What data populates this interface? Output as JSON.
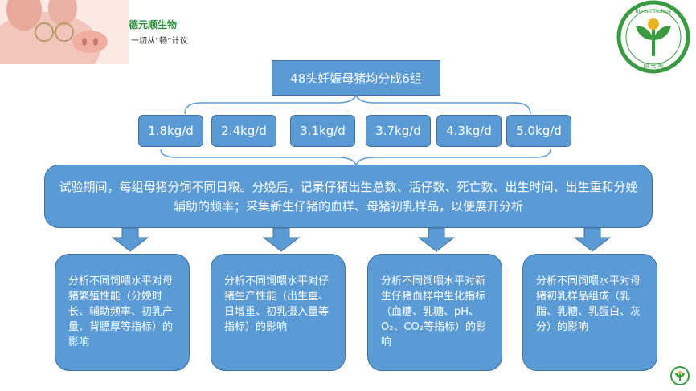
{
  "header": {
    "brand_name": "德元顺生物",
    "slogan": "一切从“畅”计议",
    "corner_logo_text": "Bio-technology",
    "corner_logo_chars": "德 元 顺"
  },
  "diagram": {
    "top_label": "48头妊娠母猪均分成6组",
    "doses": [
      "1.8kg/d",
      "2.4kg/d",
      "3.1kg/d",
      "3.7kg/d",
      "4.3kg/d",
      "5.0kg/d"
    ],
    "description": "试验期间，每组母猪分饲不同日粮。分娩后，记录仔猪出生总数、活仔数、死亡数、出生时间、出生重和分娩辅助的频率；采集新生仔猪的血样、母猪初乳样品，以便展开分析",
    "results": [
      "分析不同饲喂水平对母猪繁殖性能（分娩时长、辅助频率、初乳产量、背膘厚等指标）的影响",
      "分析不同饲喂水平对仔猪生产性能（出生重、日增重、初乳摄入量等指标）的影响",
      "分析不同饲喂水平对新生仔猪血样中生化指标（血糖、乳糖、pH、O₂、CO₂等指标）的影响",
      "分析不同饲喂水平对母猪初乳样品组成（乳脂、乳糖、乳蛋白、灰分）的影响"
    ]
  },
  "colors": {
    "box_fill": "#5b9bd5",
    "box_border": "#41719c",
    "brace": "#5b9bd5",
    "brand_green": "#2e8b3c"
  },
  "icons": [
    "pig-photo",
    "brand-logo",
    "small-logo"
  ]
}
